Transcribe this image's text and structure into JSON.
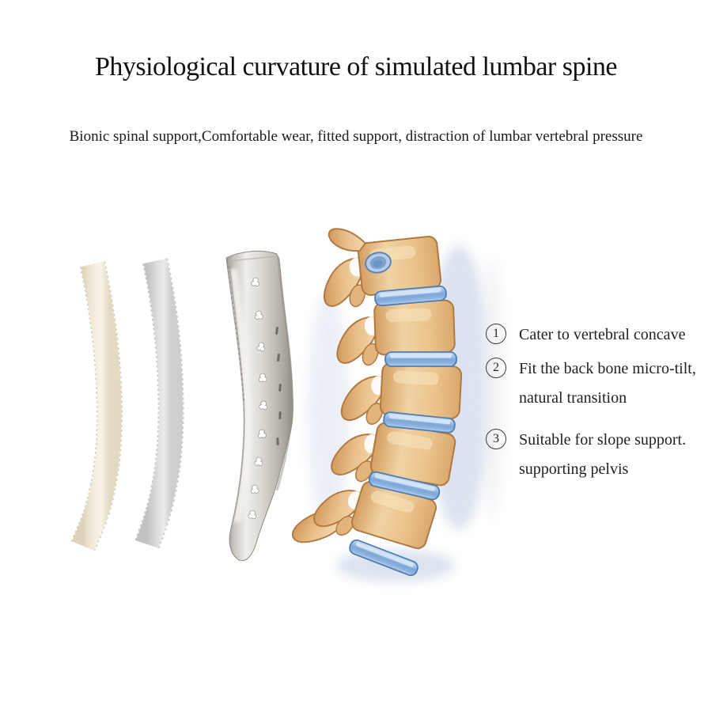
{
  "header": {
    "title": "Physiological curvature of simulated lumbar spine",
    "subtitle": "Bionic spinal support,Comfortable wear, fitted support, distraction of lumbar vertebral pressure"
  },
  "annotations": {
    "items": [
      {
        "number": "1",
        "lines": [
          "Cater to vertebral concave"
        ]
      },
      {
        "number": "2",
        "lines": [
          "Fit the back bone micro-tilt,",
          "natural transition"
        ]
      },
      {
        "number": "3",
        "lines": [
          "Suitable for slope support.",
          "supporting pelvis"
        ]
      }
    ]
  },
  "colors": {
    "background": "#ffffff",
    "text": "#141414",
    "bone": "#ecc28c",
    "bone_outline": "#b07940",
    "disc_blue": "#7ca7d8",
    "disc_outline": "#4e7cb4",
    "metal_strip": "#c9c6c0",
    "cream_strip": "#efe9d8",
    "gray_strip": "#d9d9d7",
    "shadow_blue": "#dce3f0"
  }
}
